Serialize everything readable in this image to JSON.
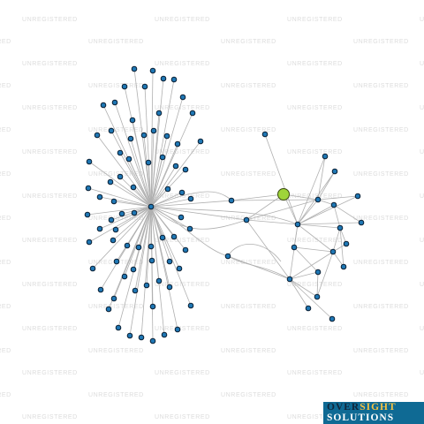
{
  "watermark": {
    "text": "UNREGISTERED"
  },
  "logo": {
    "line1_a": "OVER",
    "line1_b": "SIGHT",
    "line2": "SOLUTIONS"
  },
  "colors": {
    "node": "#1f77b4",
    "focus_node": "#9fd43a",
    "edge": "#b0b0b0",
    "logo_bg": "#0f6a94"
  }
}
